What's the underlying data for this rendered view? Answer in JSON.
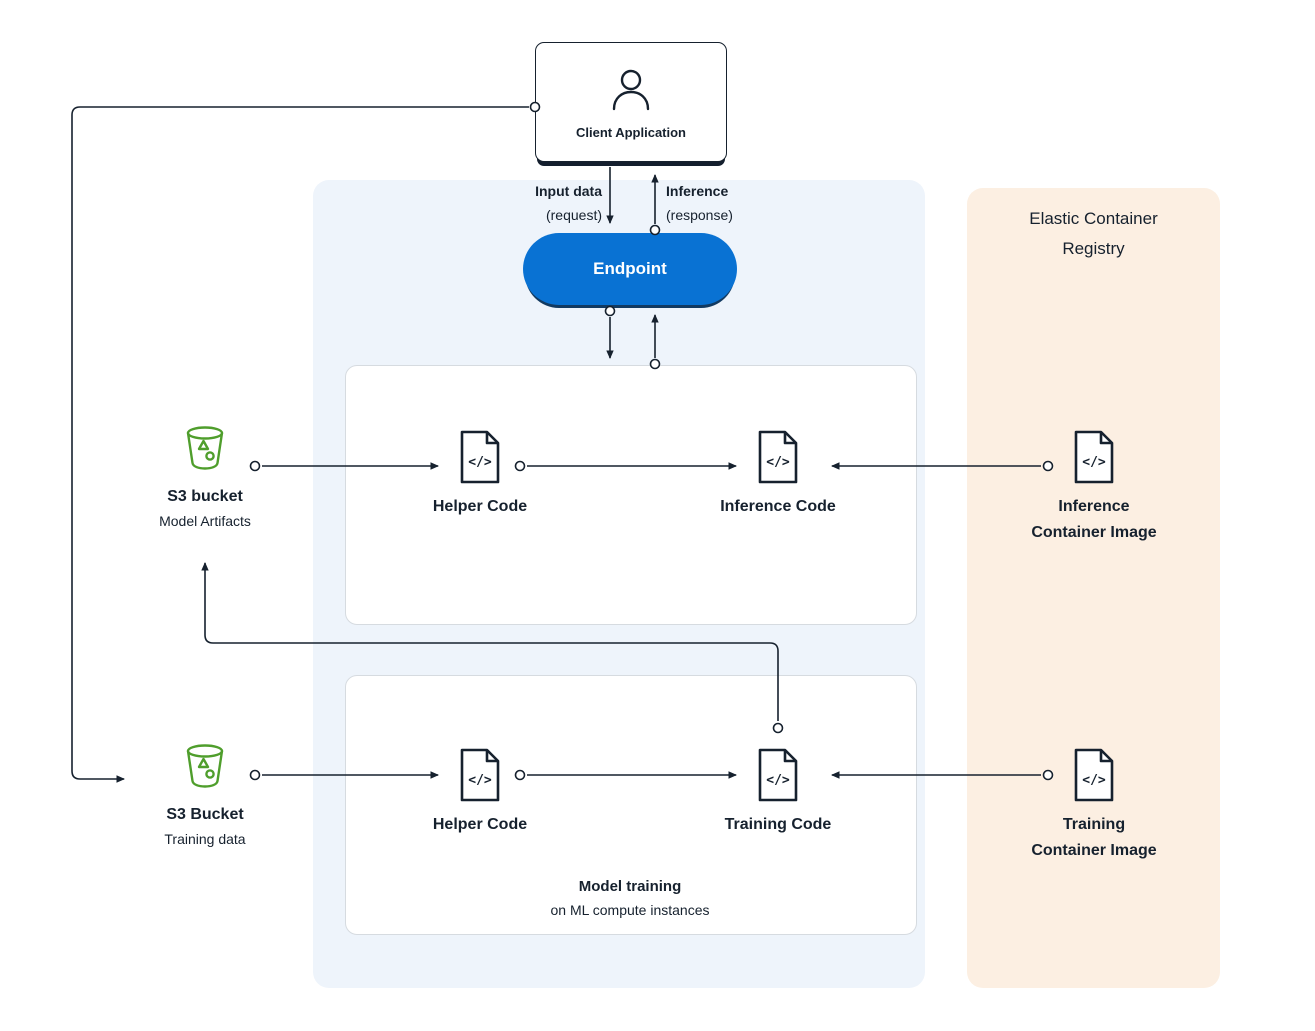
{
  "colors": {
    "endpoint_blue": "#0972d3",
    "sagemaker_panel_blue": "#eef4fb",
    "ecr_panel_orange": "#fcefe2",
    "s3_green": "#4f9e2c",
    "line_dark": "#16212e"
  },
  "client_application": {
    "label": "Client Application"
  },
  "flow": {
    "input_data": "Input data",
    "request": "(request)",
    "inference": "Inference",
    "response": "(response)"
  },
  "endpoint": {
    "label": "Endpoint"
  },
  "ecr": {
    "title_line1": "Elastic Container",
    "title_line2": "Registry",
    "inference_image_line1": "Inference",
    "inference_image_line2": "Container Image",
    "training_image_line1": "Training",
    "training_image_line2": "Container Image"
  },
  "s3_model_artifacts": {
    "title": "S3 bucket",
    "subtitle": "Model Artifacts"
  },
  "s3_training_data": {
    "title": "S3 Bucket",
    "subtitle": "Training data"
  },
  "inference_section": {
    "helper_code": "Helper Code",
    "inference_code": "Inference Code"
  },
  "training_section": {
    "helper_code": "Helper Code",
    "training_code": "Training Code",
    "caption_line1": "Model training",
    "caption_line2": "on ML compute instances"
  }
}
